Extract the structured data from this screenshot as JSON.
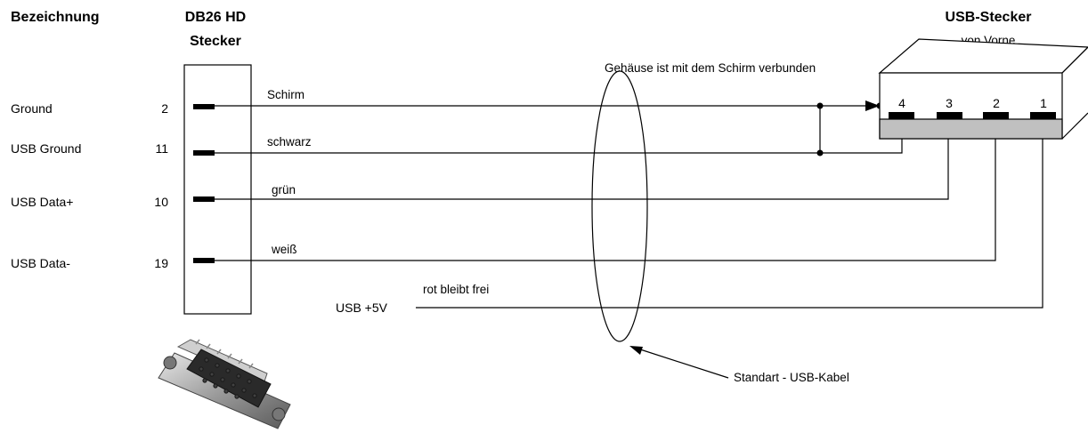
{
  "headers": {
    "bezeichnung": "Bezeichnung",
    "db26_line1": "DB26 HD",
    "db26_line2": "Stecker",
    "usb_title": "USB-Stecker",
    "usb_subtitle": "von Vorne"
  },
  "signals": [
    {
      "name": "Ground",
      "pin": "2",
      "wire": "Schirm"
    },
    {
      "name": "USB Ground",
      "pin": "11",
      "wire": "schwarz"
    },
    {
      "name": "USB Data+",
      "pin": "10",
      "wire": "grün"
    },
    {
      "name": "USB Data-",
      "pin": "19",
      "wire": "weiß"
    }
  ],
  "usb_5v": {
    "name": "USB +5V",
    "wire": "rot bleibt frei"
  },
  "usb_pins": [
    "4",
    "3",
    "2",
    "1"
  ],
  "annotations": {
    "shield_note": "Gehäuse ist mit dem Schirm verbunden",
    "cable_note": "Standart - USB-Kabel"
  }
}
